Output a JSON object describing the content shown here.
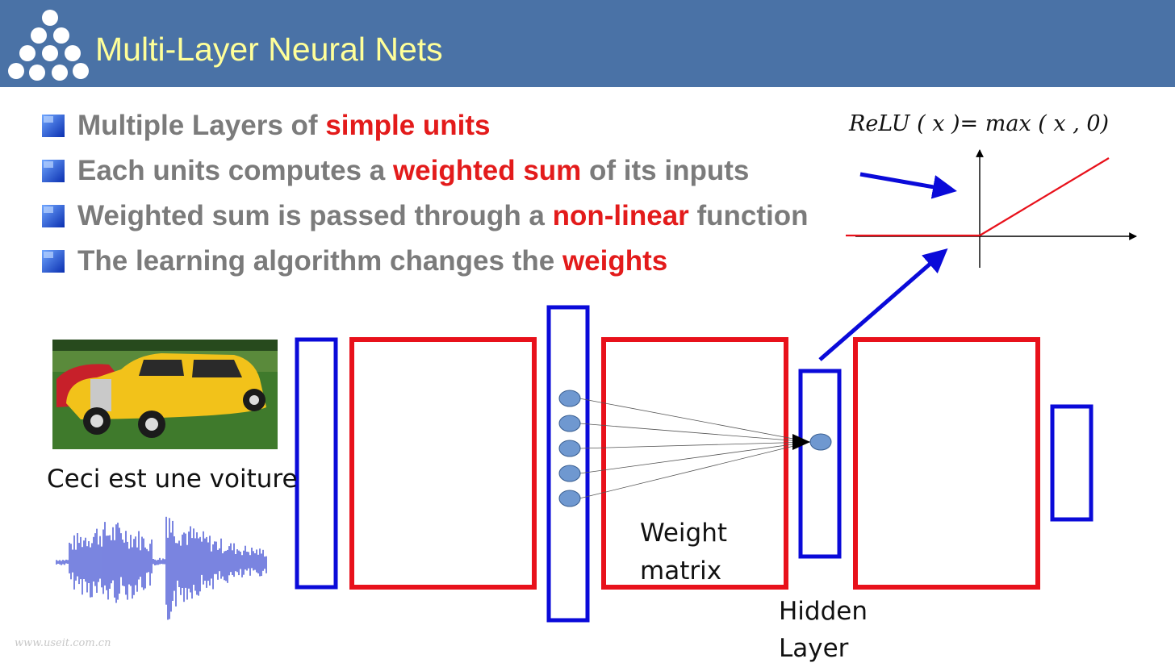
{
  "header": {
    "title": "Multi-Layer Neural Nets",
    "background": "#4a72a6",
    "title_color": "#ffff99"
  },
  "bullets": [
    {
      "before": "Multiple Layers of ",
      "highlight": "simple units",
      "after": ""
    },
    {
      "before": "Each units computes a ",
      "highlight": "weighted sum",
      "after": " of its inputs"
    },
    {
      "before": "Weighted sum is passed through a ",
      "highlight": "non-linear",
      "after": " function"
    },
    {
      "before": "The learning algorithm changes the ",
      "highlight": "weights",
      "after": ""
    }
  ],
  "relu": {
    "formula": "ReLU ( x )= max ( x , 0)"
  },
  "labels": {
    "caption": "Ceci est une voiture",
    "weight_matrix_1": "Weight",
    "weight_matrix_2": "matrix",
    "hidden_layer_1": "Hidden",
    "hidden_layer_2": "Layer"
  },
  "watermark": "www.useit.com.cn",
  "colors": {
    "layer_blue": "#0a0ad9",
    "matrix_red": "#e8111b",
    "highlight_red": "#e31b1b",
    "node_fill": "#6f98d0"
  }
}
